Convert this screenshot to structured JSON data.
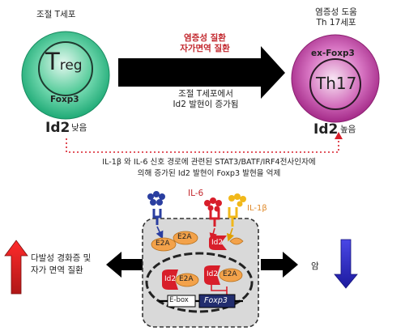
{
  "left_cell": {
    "heading": "조절 T세포",
    "name_main": "T",
    "name_sub": "reg",
    "marker": "Foxp3",
    "id2_label": "Id2",
    "id2_level": "낮음"
  },
  "right_cell": {
    "heading_line1": "염증성 도움",
    "heading_line2": "Th 17세포",
    "marker": "ex-Foxp3",
    "name": "Th17",
    "id2_label": "Id2",
    "id2_level": "높음"
  },
  "transition_arrow": {
    "condition_line1": "염증성 질환",
    "condition_line2": "자가면역 질환",
    "effect_line1": "조절 T세포에서",
    "effect_line2": "Id2 발현이 증가됨"
  },
  "mechanism_text": {
    "line1": "IL-1β 와 IL-6 신호 경로에 관련된 STAT3/BATF/IRF4전사인자에",
    "line2": "의해 증가된 Id2 발현이 Foxp3 발현을 억제"
  },
  "cytokines": {
    "il6": "IL-6",
    "il1b": "IL-1β"
  },
  "cell_detail": {
    "e2a_label": "E2A",
    "id2_label": "Id2",
    "ebox_label": "E-box",
    "gene_label": "Foxp3"
  },
  "outcomes": {
    "left_line1": "다발성 경화증 및",
    "left_line2": "자가 면역 질환",
    "right": "암"
  },
  "colors": {
    "treg_green": "#2fbf8a",
    "th17_magenta": "#c0399e",
    "arrow_black": "#000000",
    "up_red": "#e02020",
    "down_blue": "#2d2ac8",
    "protein_orange": "#f3a24a",
    "id2_red": "#d81e2a",
    "il6_red": "#d81e2a",
    "il1b_gold": "#f1b81a",
    "receptor_blue": "#2a3ea0"
  }
}
